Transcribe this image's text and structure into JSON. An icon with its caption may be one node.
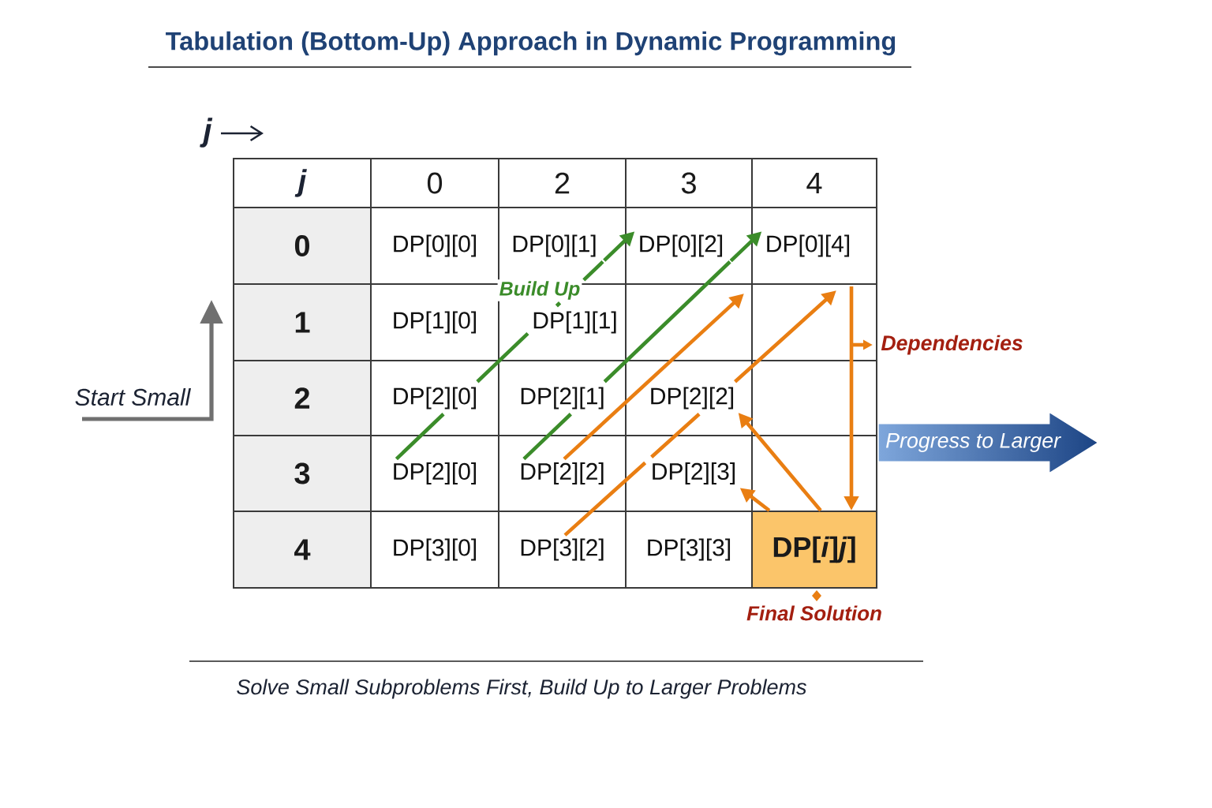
{
  "diagram": {
    "title": "Tabulation (Bottom-Up) Approach in Dynamic Programming",
    "caption": "Solve Small Subproblems First, Build Up to Larger Problems",
    "nodes": [
      {
        "text": [
          "j"
        ]
      },
      {
        "text": [
          "0"
        ]
      },
      {
        "text": [
          "2"
        ]
      },
      {
        "text": [
          "3"
        ]
      },
      {
        "text": [
          "4"
        ]
      },
      {
        "text": [
          "0"
        ]
      },
      {
        "text": [
          "DP[0][0]"
        ]
      },
      {
        "text": [
          "DP[0][1]"
        ]
      },
      {
        "text": [
          "DP[0][2]"
        ]
      },
      {
        "text": [
          "DP[0][4]"
        ]
      },
      {
        "text": [
          "1"
        ]
      },
      {
        "text": [
          "DP[1][0]"
        ]
      },
      {
        "text": [
          "DP[1][1]"
        ]
      },
      {
        "text": [
          "2"
        ]
      },
      {
        "text": [
          "DP[2][0]"
        ]
      },
      {
        "text": [
          "DP[2][1]"
        ]
      },
      {
        "text": [
          "DP[2][2]"
        ]
      },
      {
        "text": [
          "3"
        ]
      },
      {
        "text": [
          "DP[2][0]"
        ]
      },
      {
        "text": [
          "DP[2][2]"
        ]
      },
      {
        "text": [
          "DP[2][3]"
        ]
      },
      {
        "text": [
          "4"
        ]
      },
      {
        "text": [
          "DP[3][0]"
        ]
      },
      {
        "text": [
          "DP[3][2]"
        ]
      },
      {
        "text": [
          "DP[3][3]"
        ]
      },
      {
        "text": [
          "DP[*i*]*j*]"
        ],
        "beside": [
          "Final Solution"
        ]
      },
      {
        "text": [
          "Dependencies"
        ]
      },
      {
        "text": [
          "Progress to Larger"
        ]
      }
    ],
    "edges": [
      {
        "from": 18,
        "to": 8,
        "arrow": "to",
        "label": "Build Up",
        "style": "dashed",
        "color": "#3b8c2a"
      },
      {
        "from": 19,
        "to": 9,
        "arrow": "to",
        "style": "dashed",
        "color": "#3b8c2a"
      },
      {
        "from": 19,
        "to": null,
        "arrow": "to"
      },
      {
        "from": 23,
        "to": null,
        "arrow": "to",
        "style": "dashed"
      },
      {
        "from": null,
        "to": 25,
        "arrow": "to"
      },
      {
        "from": null,
        "to": 26,
        "arrow": "to"
      },
      {
        "from": 25,
        "to": 16,
        "arrow": "to"
      },
      {
        "from": 25,
        "to": 20,
        "arrow": "to"
      }
    ],
    "labels": [
      "j",
      "Start Small"
    ]
  }
}
